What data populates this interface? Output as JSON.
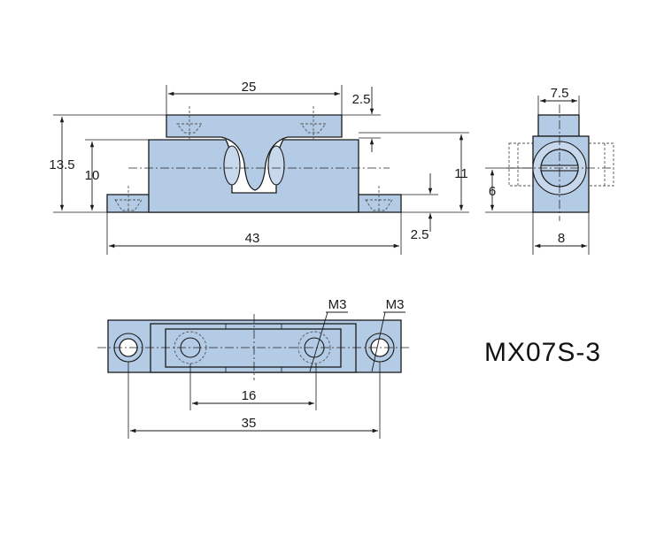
{
  "model_label": "MX07S-3",
  "front_view": {
    "dim_top_width": "25",
    "dim_top_thickness": "2.5",
    "dim_overall_height": "13.5",
    "dim_body_height": "10",
    "dim_right_height": "11",
    "dim_base_width": "43",
    "dim_base_thickness": "2.5"
  },
  "side_view": {
    "dim_top_width": "7.5",
    "dim_height": "6",
    "dim_bottom_width": "8"
  },
  "top_view": {
    "thread_label_left": "M3",
    "thread_label_right": "M3",
    "dim_inner_spacing": "16",
    "dim_outer_spacing": "35"
  },
  "colors": {
    "part_fill": "#b4cbe6",
    "outline": "#1a1a1a"
  }
}
